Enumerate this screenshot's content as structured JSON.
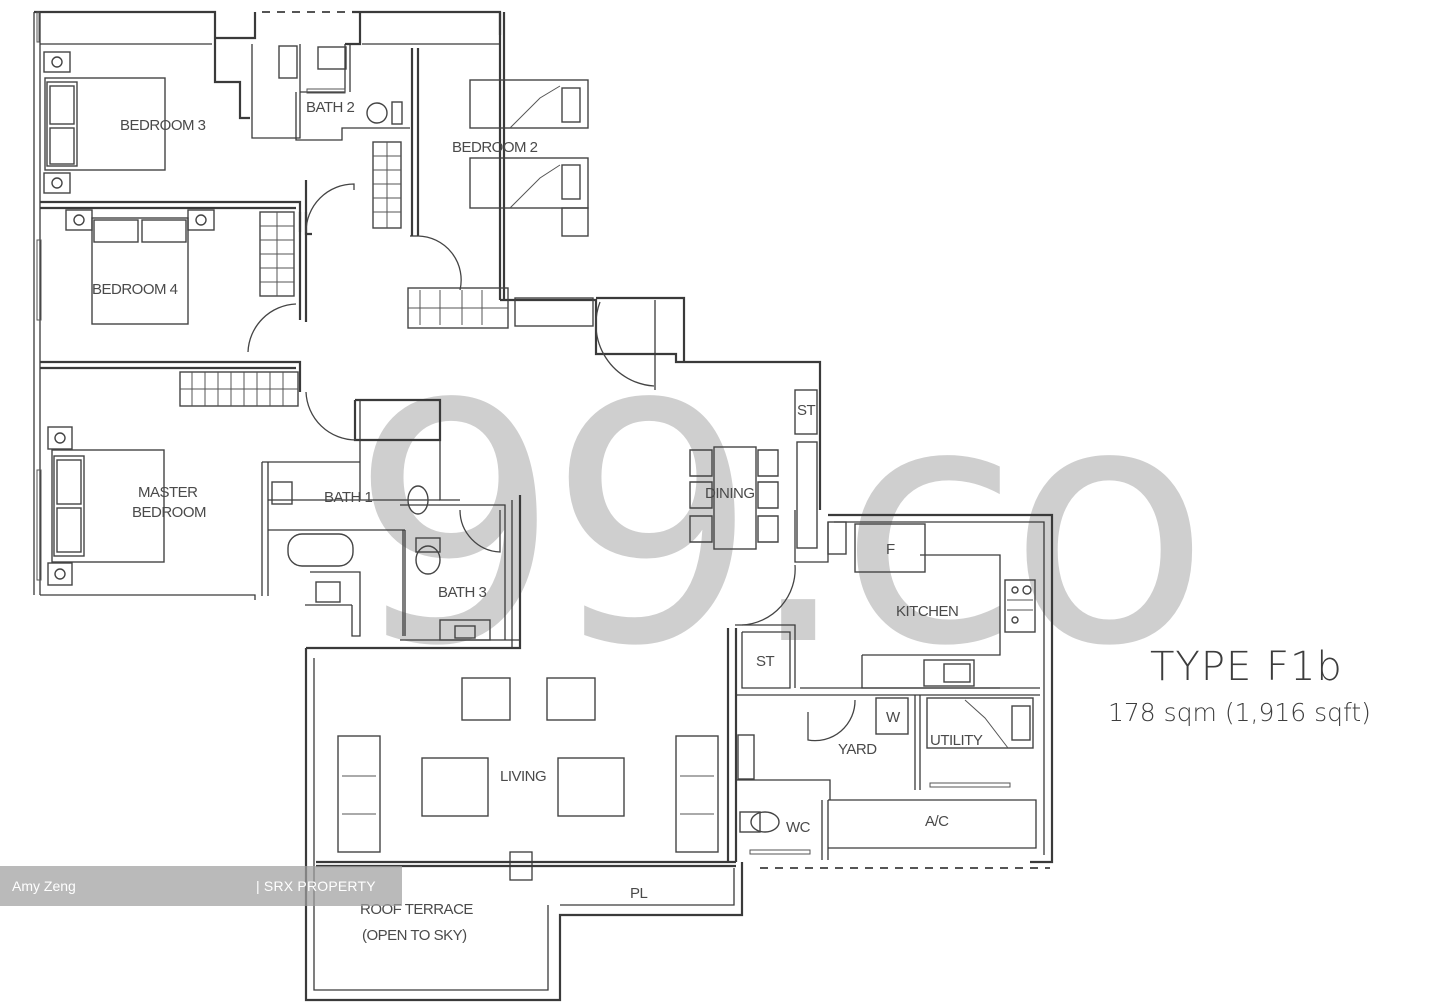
{
  "plan": {
    "type_label": "TYPE F1b",
    "area_label": "178 sqm (1,916 sqft)",
    "watermark": "99.co",
    "rooms": [
      {
        "id": "bedroom-3",
        "label": "BEDROOM 3"
      },
      {
        "id": "bath-2",
        "label": "BATH 2"
      },
      {
        "id": "bedroom-2",
        "label": "BEDROOM 2"
      },
      {
        "id": "bedroom-4",
        "label": "BEDROOM 4"
      },
      {
        "id": "master-bedroom",
        "label_line1": "MASTER",
        "label_line2": "BEDROOM"
      },
      {
        "id": "bath-1",
        "label": "BATH 1"
      },
      {
        "id": "bath-3",
        "label": "BATH 3"
      },
      {
        "id": "dining",
        "label": "DINING"
      },
      {
        "id": "st-1",
        "label": "ST"
      },
      {
        "id": "fridge",
        "label": "F"
      },
      {
        "id": "kitchen",
        "label": "KITCHEN"
      },
      {
        "id": "st-2",
        "label": "ST"
      },
      {
        "id": "washer",
        "label": "W"
      },
      {
        "id": "yard",
        "label": "YARD"
      },
      {
        "id": "utility",
        "label": "UTILITY"
      },
      {
        "id": "wc",
        "label": "WC"
      },
      {
        "id": "ac",
        "label": "A/C"
      },
      {
        "id": "living",
        "label": "LIVING"
      },
      {
        "id": "pl",
        "label": "PL"
      },
      {
        "id": "roof-terrace",
        "label_line1": "ROOF TERRACE",
        "label_line2": "(OPEN TO SKY)"
      }
    ]
  },
  "credit": {
    "agent_name": "Amy Zeng",
    "agency": "| SRX PROPERTY"
  },
  "colors": {
    "line": "#3a3a3a",
    "watermark": "#bdbdbd",
    "credit_bar": "#a0a0a0",
    "background": "#ffffff"
  }
}
